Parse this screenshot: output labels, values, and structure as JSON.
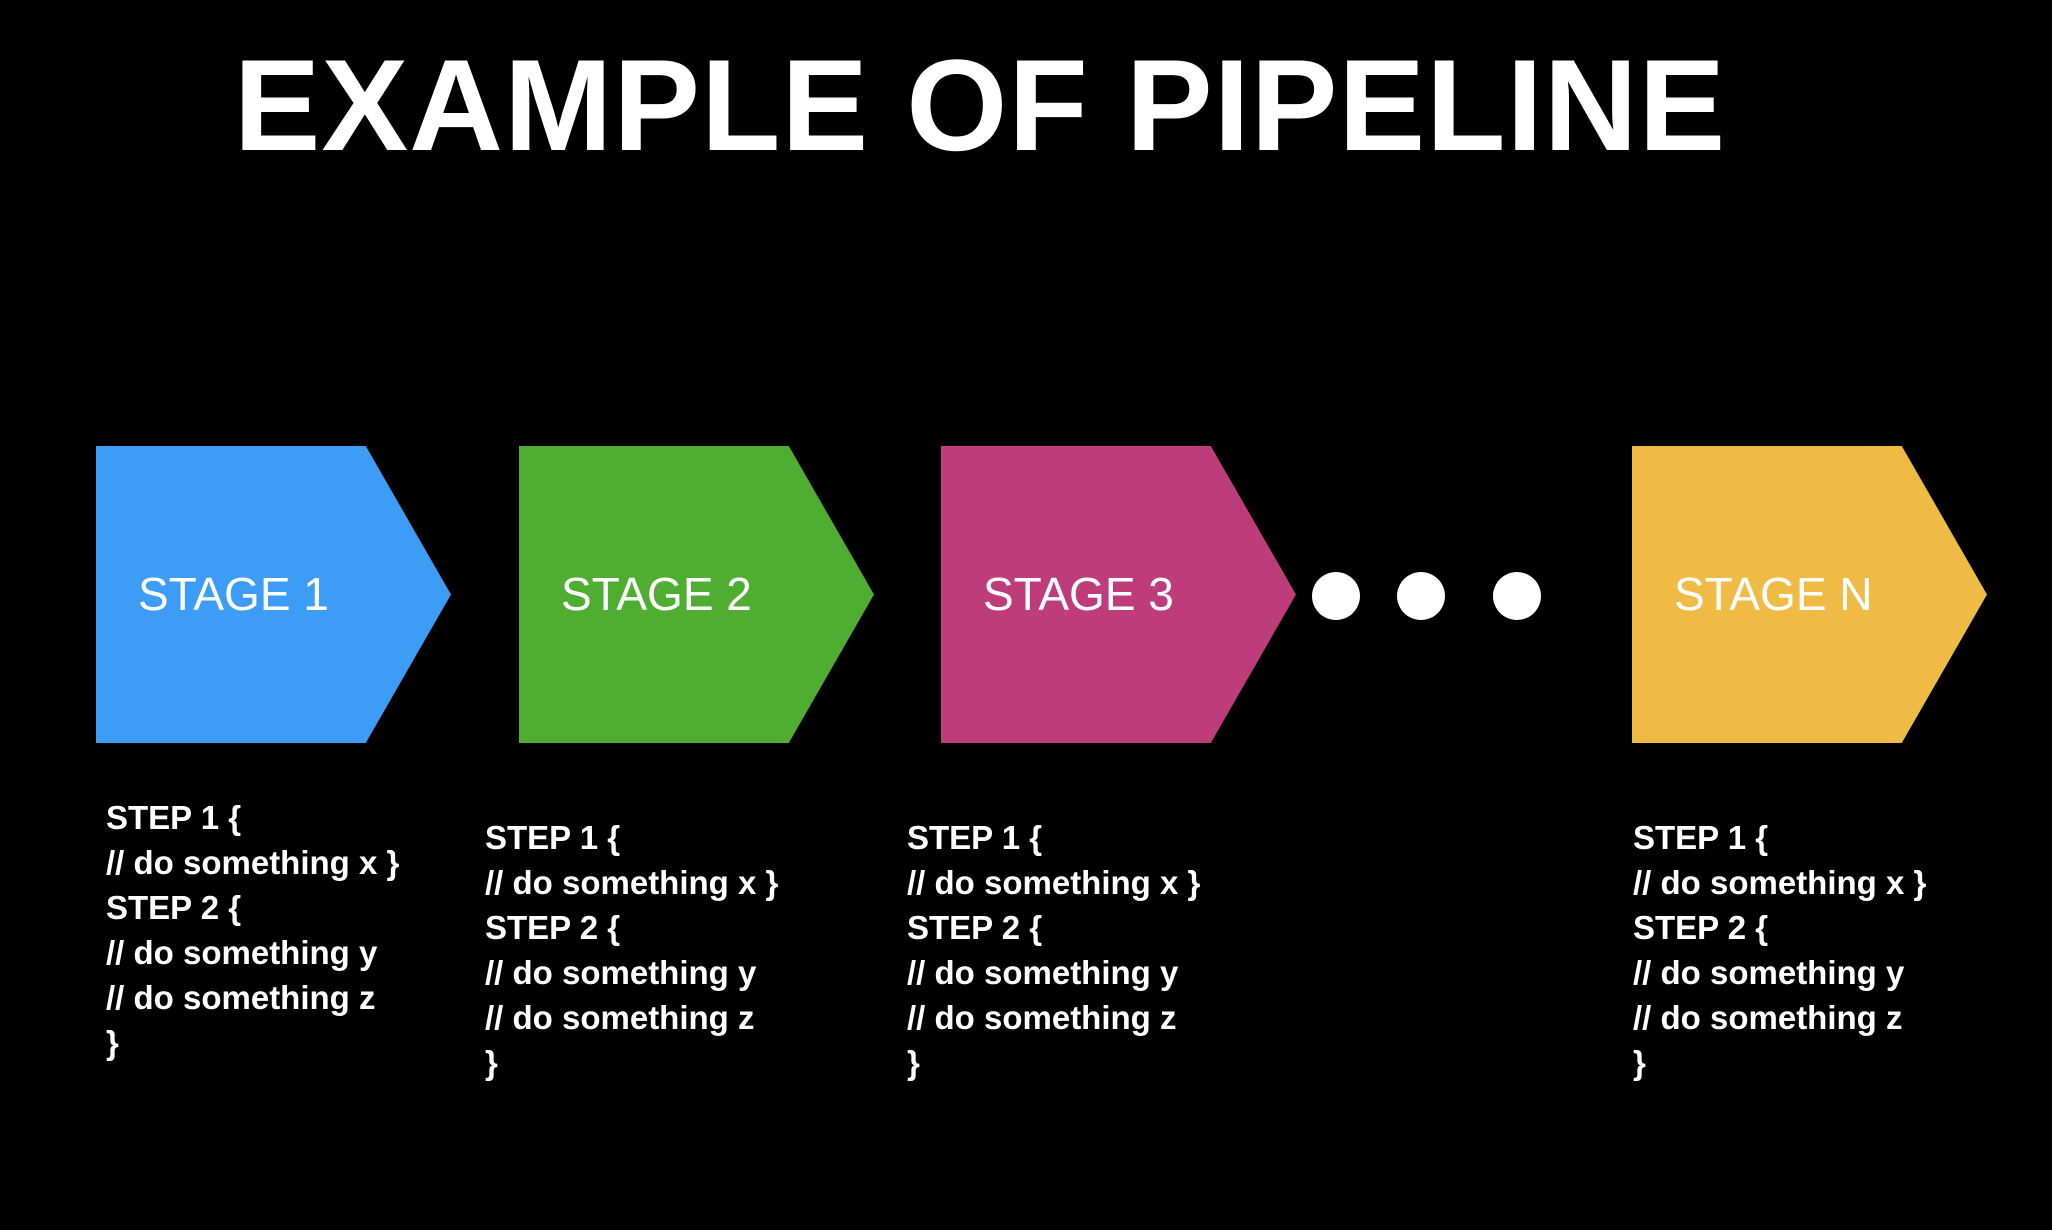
{
  "title": "EXAMPLE OF PIPELINE",
  "stages": [
    {
      "label": "STAGE 1",
      "color": "#3d9cf5",
      "steps": [
        "STEP 1 {",
        "// do something x }",
        "STEP 2 {",
        "// do something y",
        "// do something z",
        "}"
      ]
    },
    {
      "label": "STAGE 2",
      "color": "#4fae32",
      "steps": [
        "STEP 1 {",
        "// do something x }",
        "STEP 2 {",
        "// do something y",
        "// do something z",
        "}"
      ]
    },
    {
      "label": "STAGE 3",
      "color": "#be3b7c",
      "steps": [
        "STEP 1 {",
        "// do something x }",
        "STEP 2 {",
        "// do something y",
        "// do something z",
        "}"
      ]
    },
    {
      "label": "STAGE N",
      "color": "#f0bb45",
      "steps": [
        "STEP 1 {",
        "// do something x }",
        "STEP 2 {",
        "// do something y",
        "// do something z",
        "}"
      ]
    }
  ],
  "ellipsis_dot_count": 3
}
